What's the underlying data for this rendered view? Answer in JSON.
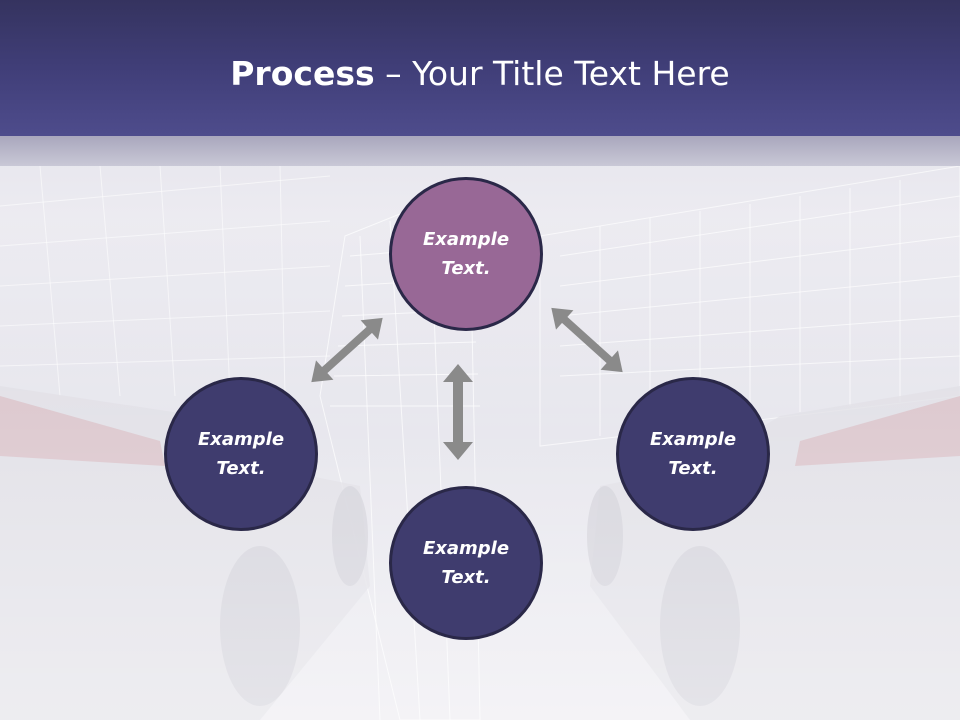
{
  "slide": {
    "title_bold": "Process",
    "title_rest": " – Your Title Text Here"
  },
  "diagram": {
    "nodes": [
      {
        "id": "top",
        "label_line1": "Example",
        "label_line2": "Text.",
        "color": "#986896"
      },
      {
        "id": "left",
        "label_line1": "Example",
        "label_line2": "Text.",
        "color": "#3f3c6e"
      },
      {
        "id": "bottom",
        "label_line1": "Example",
        "label_line2": "Text.",
        "color": "#3f3c6e"
      },
      {
        "id": "right",
        "label_line1": "Example",
        "label_line2": "Text.",
        "color": "#3f3c6e"
      }
    ],
    "connector_color": "#8a8a8a"
  },
  "colors": {
    "header": "#403e78",
    "accent_plum": "#986896",
    "node_navy": "#3f3c6e"
  }
}
